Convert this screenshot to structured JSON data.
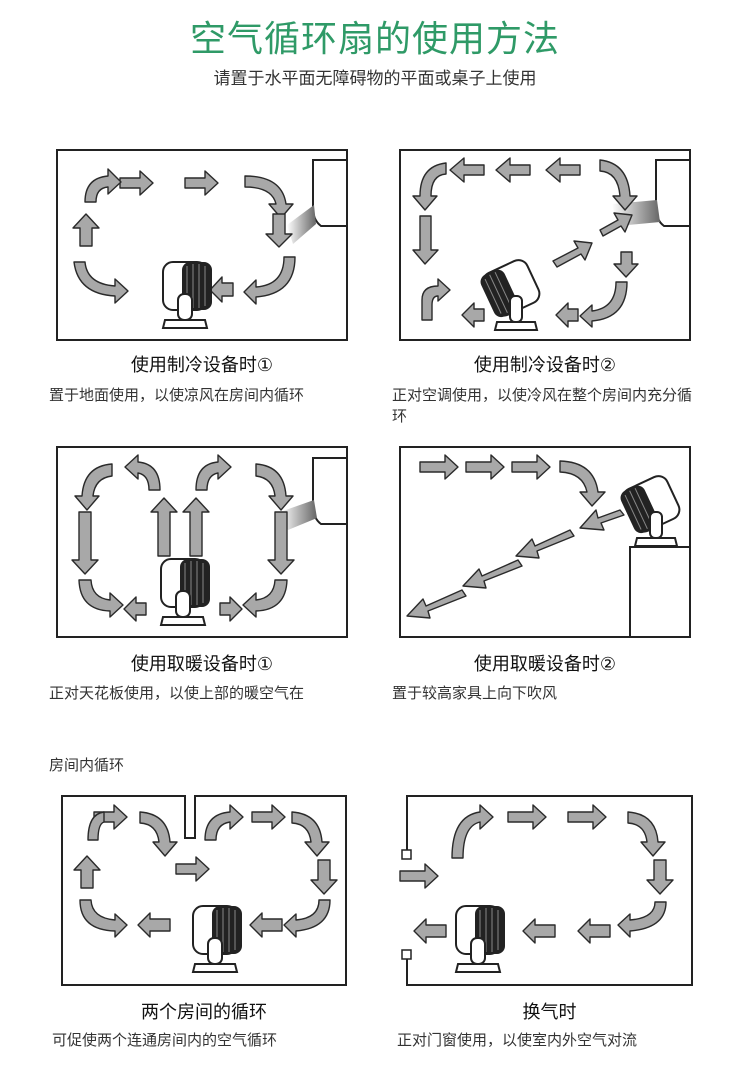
{
  "title": "空气循环扇的使用方法",
  "subtitle": "请置于水平面无障碍物的平面或桌子上使用",
  "panels": [
    {
      "caption": "使用制冷设备时①",
      "desc": "置于地面使用，以使凉风在房间内循环"
    },
    {
      "caption": "使用制冷设备时②",
      "desc": "正对空调使用，以使冷风在整个房间内充分循环"
    },
    {
      "caption": "使用取暖设备时①",
      "desc": "正对天花板使用，以使上部的暖空气在"
    },
    {
      "caption": "使用取暖设备时②",
      "desc": "置于较高家具上向下吹风"
    },
    {
      "caption": "两个房间的循环",
      "desc": "可促使两个连通房间内的空气循环"
    },
    {
      "caption": "换气时",
      "desc": "正对门窗使用，以使室内外空气对流"
    }
  ],
  "note": "房间内循环",
  "colors": {
    "title": "#2f9a67",
    "arrow_fill": "#a8a8a8",
    "outline": "#222222"
  }
}
